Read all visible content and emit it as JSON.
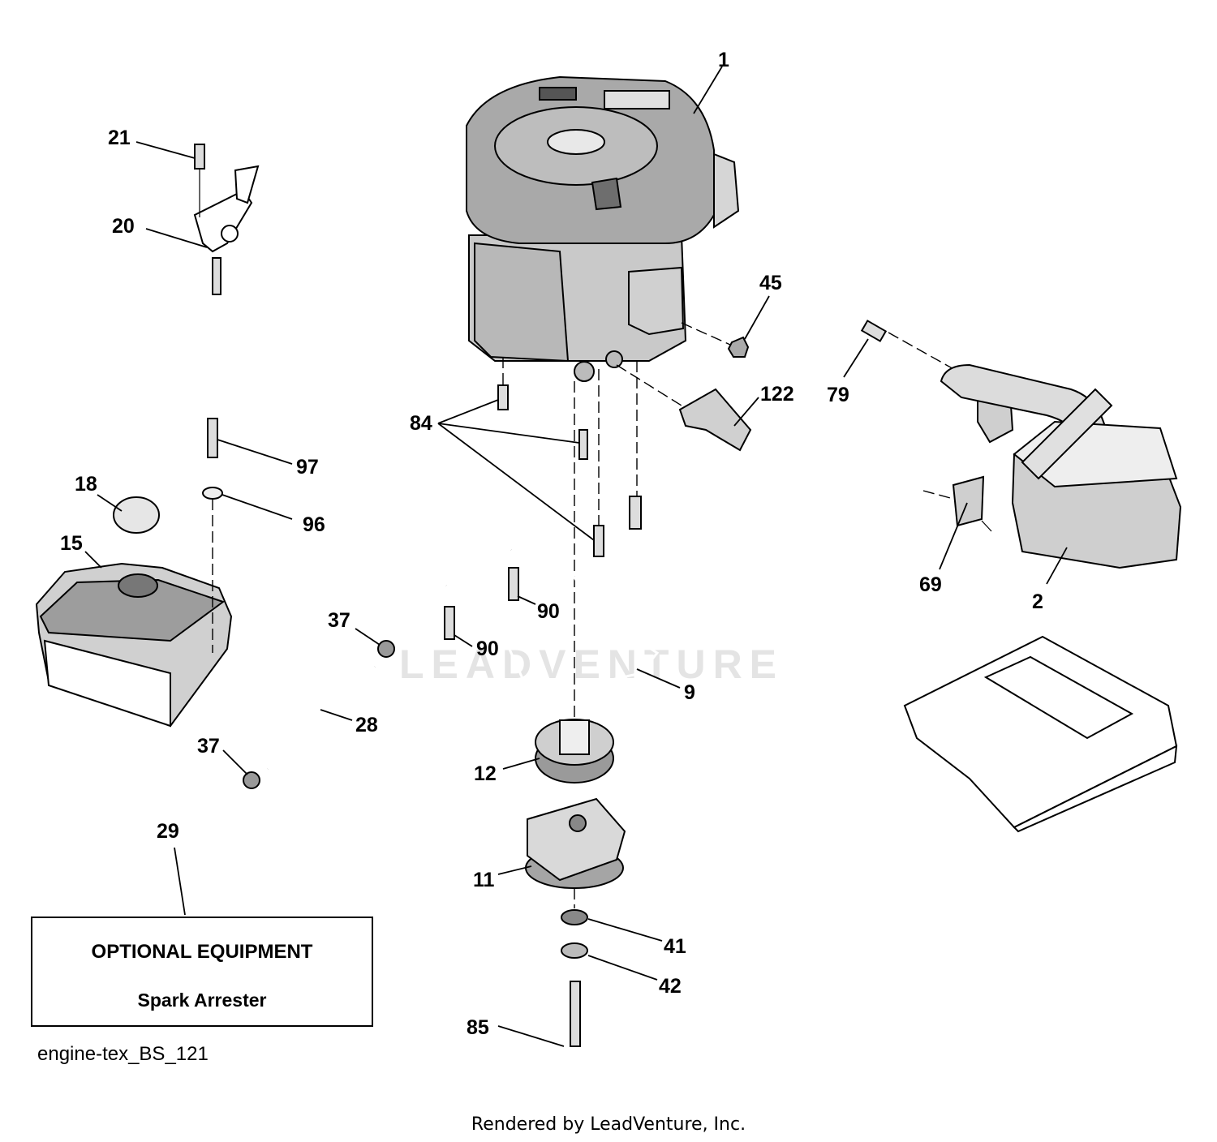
{
  "diagram_id": "engine-tex_BS_121",
  "watermark": "LEADVENTURE",
  "credit": "Rendered by LeadVenture, Inc.",
  "optional_box": {
    "title": "OPTIONAL EQUIPMENT",
    "item": "Spark Arrester"
  },
  "callouts": {
    "c1": "1",
    "c2": "2",
    "c9": "9",
    "c11": "11",
    "c12": "12",
    "c15": "15",
    "c18": "18",
    "c20": "20",
    "c21": "21",
    "c28": "28",
    "c29": "29",
    "c37a": "37",
    "c37b": "37",
    "c41": "41",
    "c42": "42",
    "c45": "45",
    "c69": "69",
    "c79": "79",
    "c84": "84",
    "c85": "85",
    "c90a": "90",
    "c90b": "90",
    "c96": "96",
    "c97": "97",
    "c122": "122"
  }
}
